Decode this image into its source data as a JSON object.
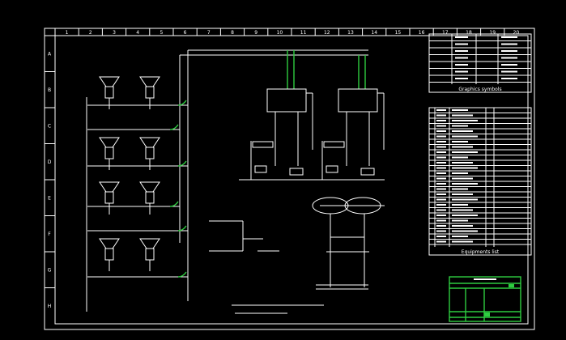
{
  "drawing": {
    "background": "#000000",
    "line_color": "#ffffff",
    "highlight_color": "#2ecc40",
    "accent_color": "#e33333"
  },
  "border": {
    "columns": [
      "1",
      "2",
      "3",
      "4",
      "5",
      "6",
      "7",
      "8",
      "9",
      "10",
      "11",
      "12",
      "13",
      "14",
      "15",
      "16",
      "17",
      "18",
      "19",
      "20"
    ],
    "rows": [
      "A",
      "B",
      "C",
      "D",
      "E",
      "F",
      "G",
      "H"
    ]
  },
  "tables": {
    "symbols_title": "Graphics symbols",
    "equipment_title": "Equipments list"
  }
}
